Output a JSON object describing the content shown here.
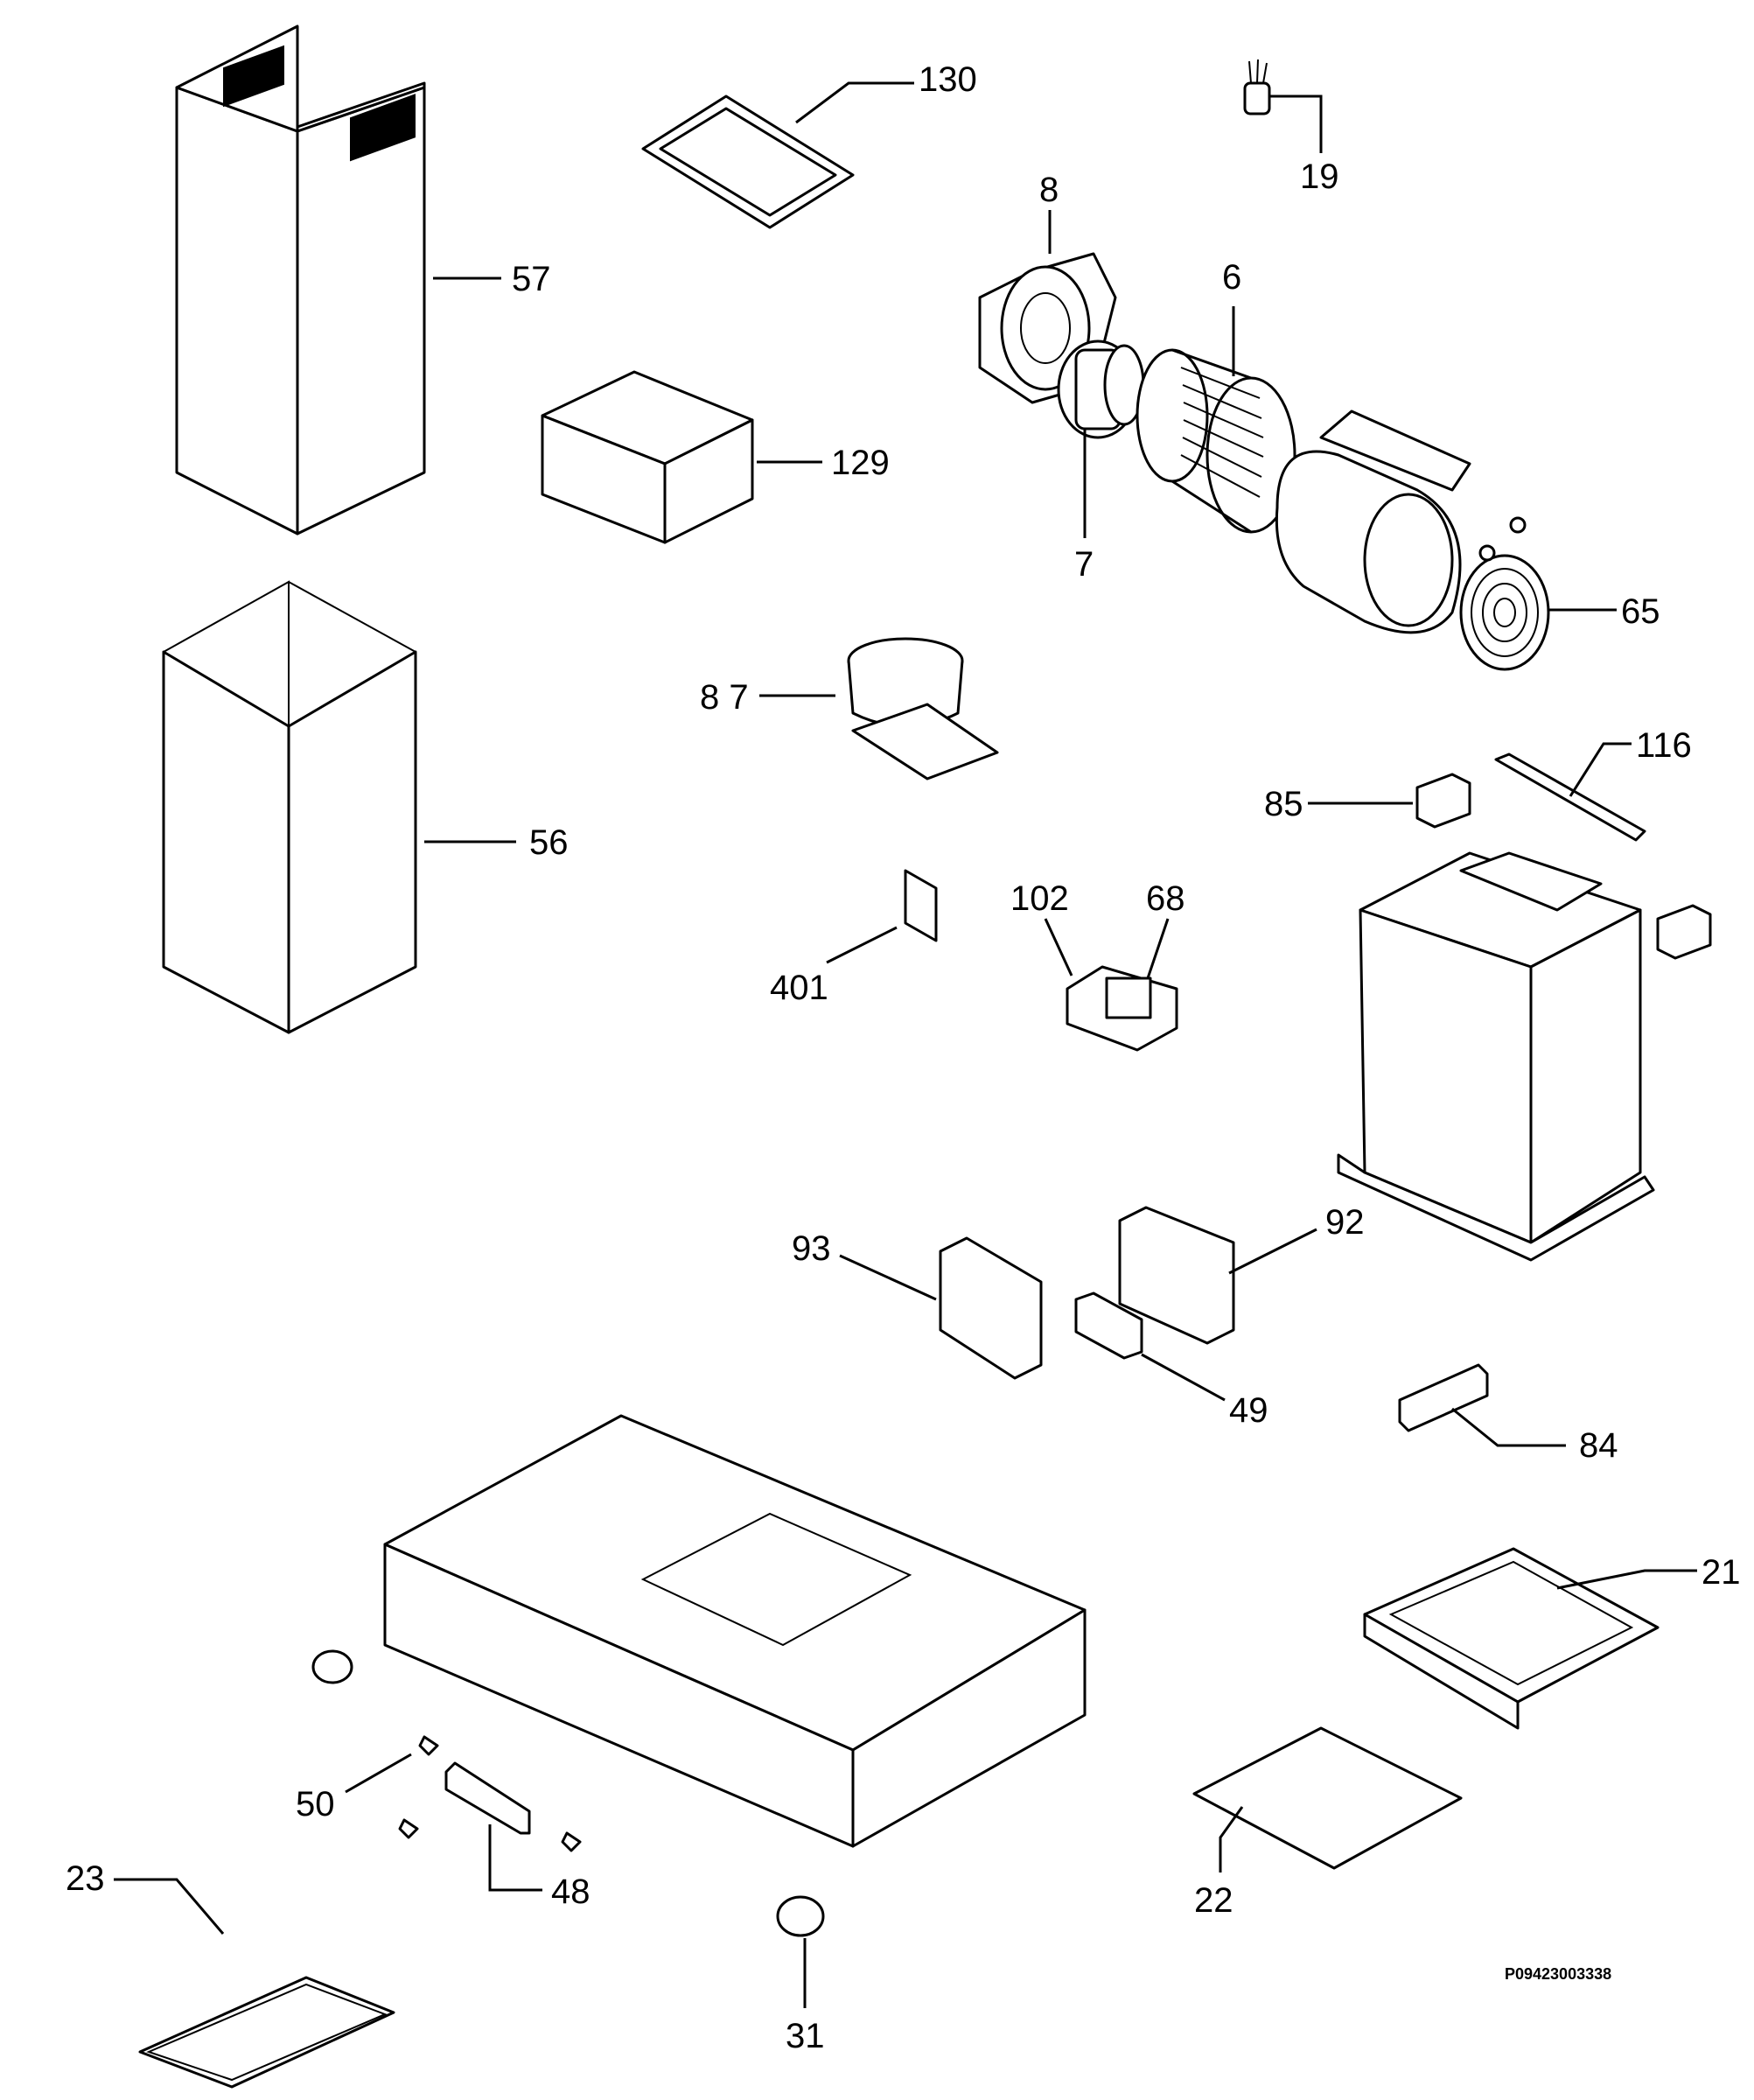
{
  "reference_code": "P09423003338",
  "callouts": {
    "p130": "130",
    "p19": "19",
    "p8": "8",
    "p57": "57",
    "p6": "6",
    "p129": "129",
    "p7": "7",
    "p65": "65",
    "p87": "8 7",
    "p116": "116",
    "p85": "85",
    "p56": "56",
    "p102": "102",
    "p68": "68",
    "p401": "401",
    "p92": "92",
    "p93": "93",
    "p49": "49",
    "p84": "84",
    "p21": "21",
    "p50": "50",
    "p48": "48",
    "p22": "22",
    "p23": "23",
    "p31": "31"
  }
}
